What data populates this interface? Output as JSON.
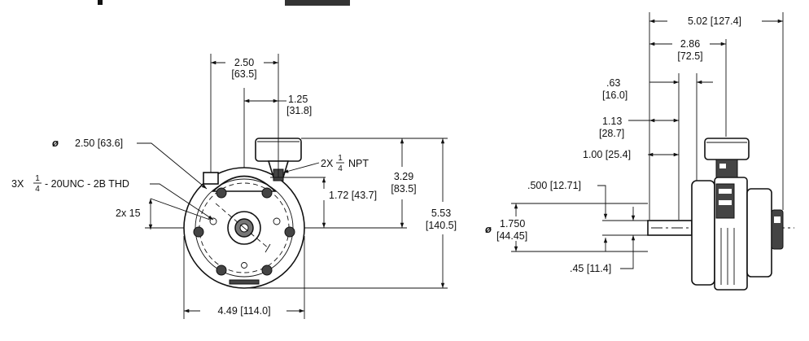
{
  "front_view": {
    "bolt_spacing": {
      "inch": "2.50",
      "mm": "[63.5]"
    },
    "half_spacing": {
      "inch": "1.25",
      "mm": "[31.8]"
    },
    "pilot_diameter": {
      "symbol": "ø",
      "text": "2.50 [63.6]"
    },
    "npt_port": {
      "prefix": "2X",
      "num": "1",
      "den": "4",
      "suffix": "NPT"
    },
    "thread": {
      "prefix": "3X",
      "num": "1",
      "den": "4",
      "suffix": "- 20UNC - 2B  THD"
    },
    "angle": "2x 15",
    "port_height": {
      "inch": "3.29",
      "mm": "[83.5]"
    },
    "center_height": "1.72 [43.7]",
    "overall_height": {
      "inch": "5.53",
      "mm": "[140.5]"
    },
    "overall_width": "4.49 [114.0]"
  },
  "side_view": {
    "overall_length": "5.02 [127.4]",
    "port_offset": {
      "inch": "2.86",
      "mm": "[72.5]"
    },
    "flange_thickness": {
      "inch": ".63",
      "mm": "[16.0]"
    },
    "pilot_depth": {
      "inch": "1.13",
      "mm": "[28.7]"
    },
    "shaft_length": "1.00 [25.4]",
    "shaft_offset": ".500 [12.71]",
    "shaft_diameter": {
      "symbol": "ø",
      "inch": "1.750",
      "mm": "[44.45]"
    },
    "key_height": ".45 [11.4]"
  }
}
